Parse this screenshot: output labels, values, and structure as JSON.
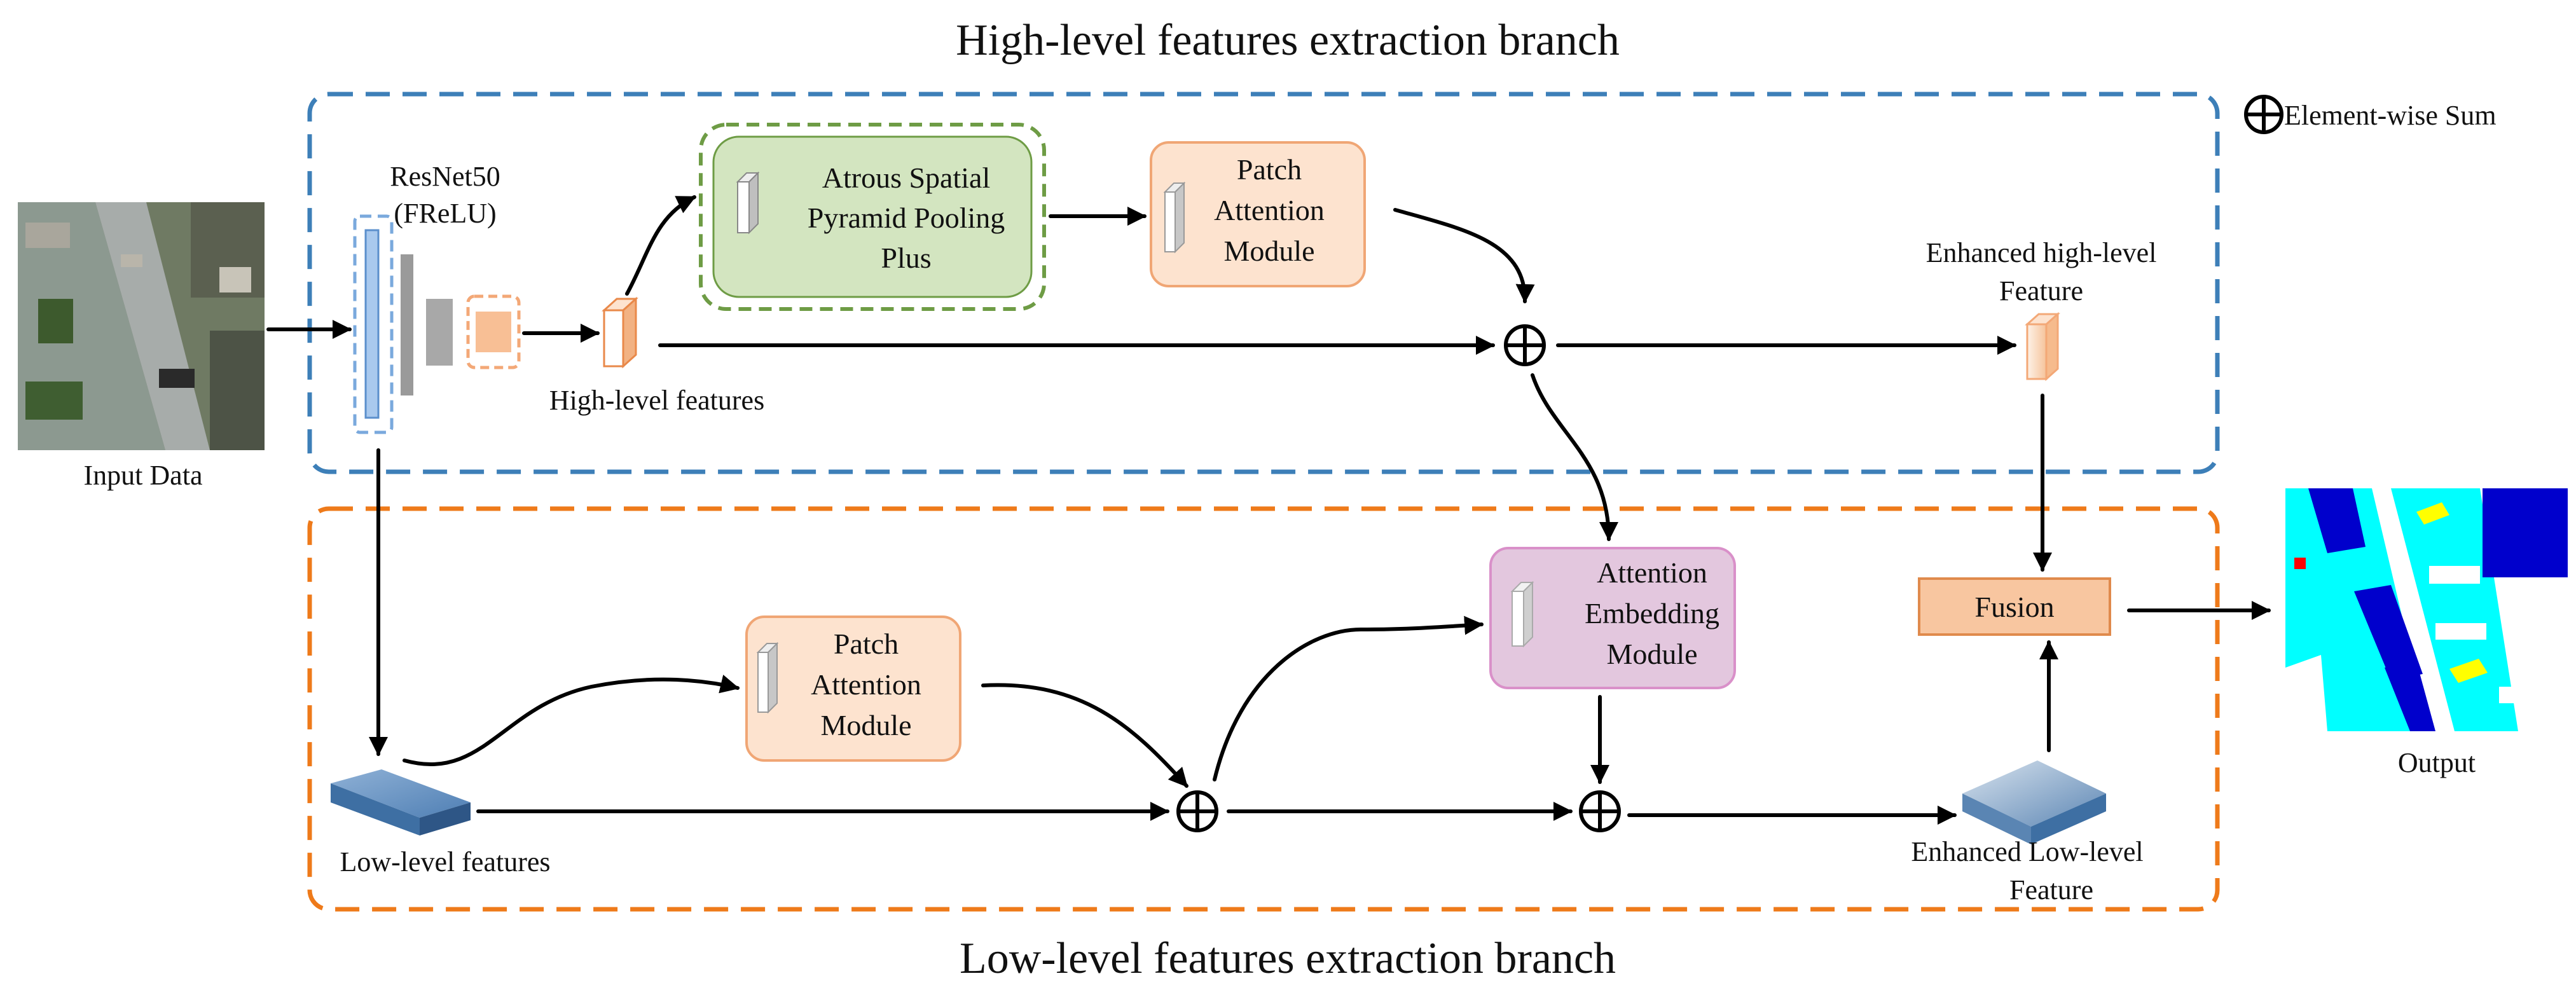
{
  "titles": {
    "high_branch": "High-level features extraction branch",
    "low_branch": "Low-level features extraction branch"
  },
  "legend": {
    "label": "Element-wise Sum"
  },
  "labels": {
    "input": "Input Data",
    "resnet_line1": "ResNet50",
    "resnet_line2": "(FReLU)",
    "high_features": "High-level features",
    "low_features": "Low-level features",
    "enh_high_line1": "Enhanced high-level",
    "enh_high_line2": "Feature",
    "enh_low_line1": "Enhanced Low-level",
    "enh_low_line2": "Feature",
    "output": "Output"
  },
  "modules": {
    "aspp": [
      "Atrous Spatial",
      "Pyramid Pooling",
      "Plus"
    ],
    "pam_high": [
      "Patch",
      "Attention",
      "Module"
    ],
    "pam_low": [
      "Patch",
      "Attention",
      "Module"
    ],
    "aem": [
      "Attention",
      "Embedding",
      "Module"
    ],
    "fusion": "Fusion"
  },
  "colors": {
    "high_branch_border": "#3d7fb8",
    "low_branch_border": "#ee7a1a",
    "aspp_fill": "#d3e5c0",
    "aspp_border": "#6e9c45",
    "pam_fill": "#fde3cf",
    "pam_border": "#f0a675",
    "aem_fill": "#e3c7de",
    "aem_border": "#d990c9",
    "fusion_fill": "#f8c6a0",
    "feature_blue": "#3e6fa3",
    "resnet_blue": "#a9c9ee",
    "arrow": "#000000"
  }
}
